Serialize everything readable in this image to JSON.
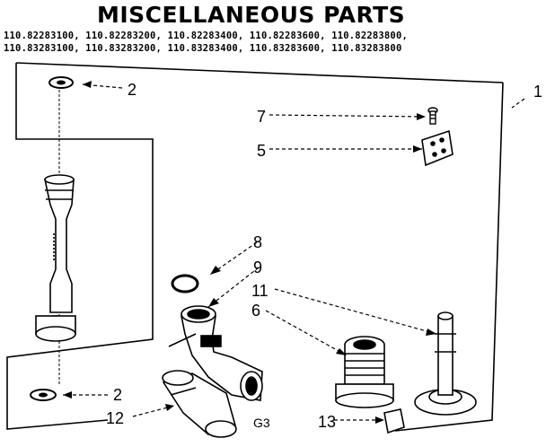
{
  "title": "MISCELLANEOUS PARTS",
  "model_numbers": [
    "110.82283100, 110.82283200, 110.82283400, 110.82283600, 110.82283800,",
    "110.83283100, 110.83283200, 110.83283400, 110.83283600, 110.83283800"
  ],
  "callouts": {
    "assembly": "1",
    "washer_top": "2",
    "washer_bottom": "2",
    "part_5": "5",
    "part_6": "6",
    "part_7": "7",
    "part_8": "8",
    "part_9": "9",
    "part_11": "11",
    "part_12": "12",
    "part_13": "13"
  },
  "diagram_code": "G3"
}
